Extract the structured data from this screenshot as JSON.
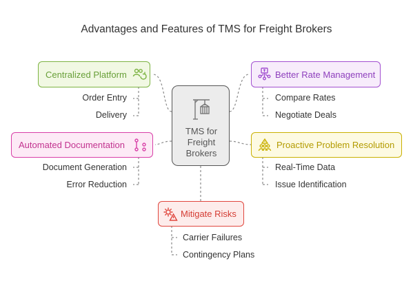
{
  "title": "Advantages and Features of TMS for Freight Brokers",
  "center": {
    "lines": [
      "TMS for",
      "Freight",
      "Brokers"
    ],
    "icon": "crane-container-icon"
  },
  "cards": {
    "centralized": {
      "label": "Centralized Platform",
      "icon": "people-sync-icon",
      "color": "#7cb342",
      "bg": "#f1f8e3",
      "items": [
        "Order Entry",
        "Delivery"
      ]
    },
    "rate": {
      "label": "Better Rate Management",
      "icon": "money-network-icon",
      "color": "#a24fd0",
      "bg": "#f7ecfb",
      "items": [
        "Compare Rates",
        "Negotiate Deals"
      ]
    },
    "documentation": {
      "label": "Automated Documentation",
      "icon": "workflow-icon",
      "color": "#d83ea7",
      "bg": "#fdeaf6",
      "items": [
        "Document Generation",
        "Error Reduction"
      ]
    },
    "proactive": {
      "label": "Proactive Problem Resolution",
      "icon": "team-alert-icon",
      "color": "#c9b000",
      "bg": "#fdfae2",
      "items": [
        "Real-Time Data",
        "Issue Identification"
      ]
    },
    "risks": {
      "label": "Mitigate Risks",
      "icon": "gear-warning-icon",
      "color": "#e0463d",
      "bg": "#fdeceb",
      "items": [
        "Carrier Failures",
        "Contingency Plans"
      ]
    }
  }
}
